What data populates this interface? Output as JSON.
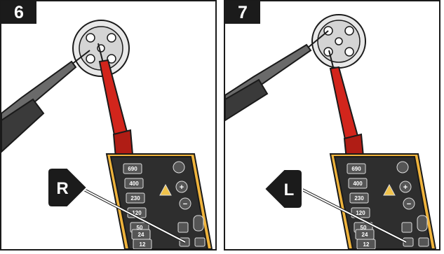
{
  "panels": [
    {
      "step": "6",
      "callout": "R",
      "tester_buttons": [
        "690",
        "400",
        "230",
        "120",
        "50",
        "24",
        "12"
      ]
    },
    {
      "step": "7",
      "callout": "L",
      "tester_buttons": [
        "690",
        "400",
        "230",
        "120",
        "50",
        "24",
        "12"
      ]
    }
  ],
  "colors": {
    "probe_red": "#d2251c",
    "probe_black": "#3a3a3a",
    "tester_body": "#2e2e2e",
    "tester_rim": "#f0b43c",
    "frame": "#1a1a1a"
  }
}
